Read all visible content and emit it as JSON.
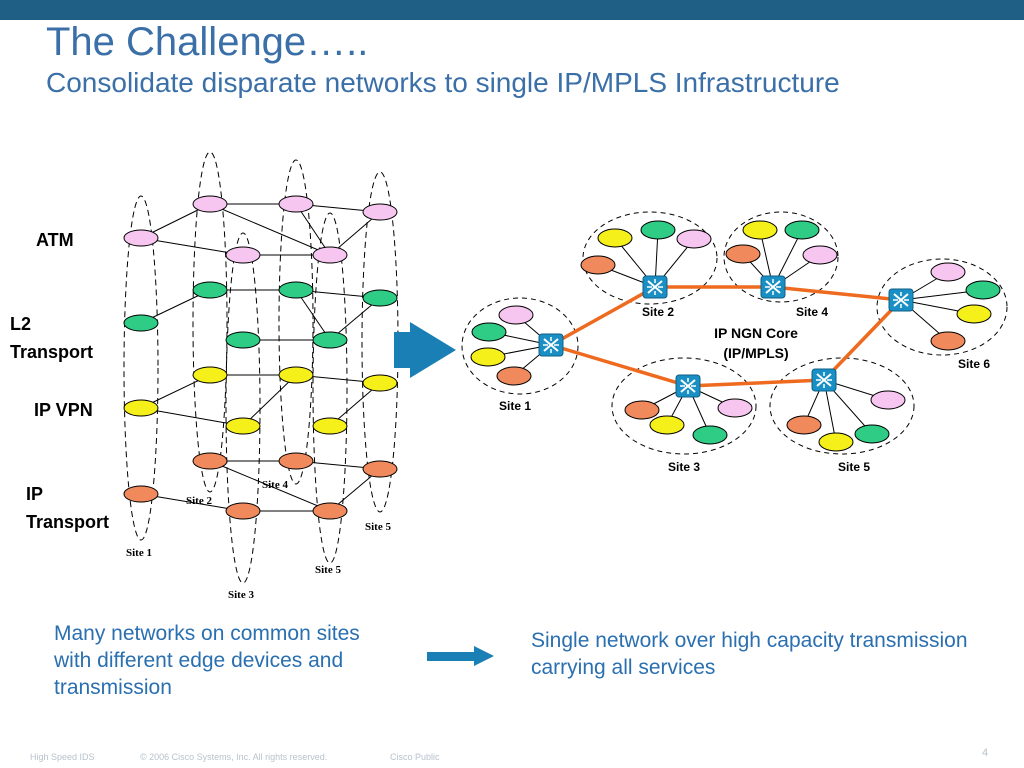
{
  "header": {
    "title": "The Challenge…..",
    "subtitle": "Consolidate disparate networks to single IP/MPLS Infrastructure"
  },
  "left_diagram": {
    "layers": {
      "atm": "ATM",
      "l2_line1": "L2",
      "l2_line2": "Transport",
      "ipvpn": "IP VPN",
      "ipt_line1": "IP",
      "ipt_line2": "Transport"
    },
    "site_labels": {
      "site1": "Site 1",
      "site2": "Site 2",
      "site3": "Site 3",
      "site4": "Site 4",
      "site5a": "Site 5",
      "site5b": "Site 5"
    },
    "layer_colors": {
      "atm": "#f6c6f0",
      "l2": "#2ecc85",
      "ipvpn": "#f5f01a",
      "ipt": "#f08a5d"
    }
  },
  "right_diagram": {
    "core_label_line1": "IP NGN Core",
    "core_label_line2": "(IP/MPLS)",
    "site_labels": {
      "site1": "Site 1",
      "site2": "Site 2",
      "site3": "Site 3",
      "site4": "Site 4",
      "site5": "Site 5",
      "site6": "Site 6"
    },
    "link_color": "#ee6a1f",
    "router_color": "#1a8fc4"
  },
  "arrow_color": "#1a7fb5",
  "captions": {
    "left": "Many networks on common sites with different edge devices and transmission",
    "right": "Single network over high capacity transmission carrying all services"
  },
  "footer": {
    "left": "High Speed IDS",
    "copyright": "© 2006 Cisco Systems, Inc. All rights reserved.",
    "classification": "Cisco Public",
    "page": "4"
  }
}
